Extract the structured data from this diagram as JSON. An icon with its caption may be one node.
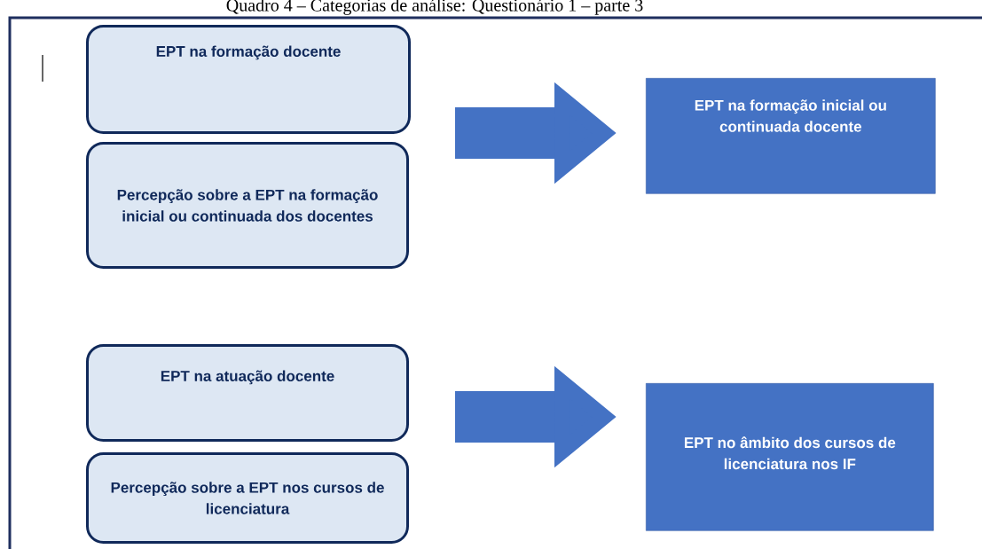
{
  "diagram": {
    "title": "Quadro 4 – Categorias de análise: Questionário 1 – parte 3",
    "nodes": [
      {
        "text": [
          "EPT na formação docente"
        ]
      },
      {
        "text": [
          "Percepção sobre a EPT na formação inicial ou continuada dos docentes"
        ]
      },
      {
        "text": [
          "EPT na formação inicial ou continuada docente"
        ]
      },
      {
        "text": [
          "EPT na atuação docente"
        ]
      },
      {
        "text": [
          "Percepção sobre a EPT nos cursos de licenciatura"
        ]
      },
      {
        "text": [
          "EPT no âmbito dos cursos de licenciatura nos IF"
        ]
      }
    ],
    "edges": [
      {
        "from": 0,
        "to": 2,
        "arrow": "to"
      },
      {
        "from": 3,
        "to": 5,
        "arrow": "to"
      }
    ]
  }
}
